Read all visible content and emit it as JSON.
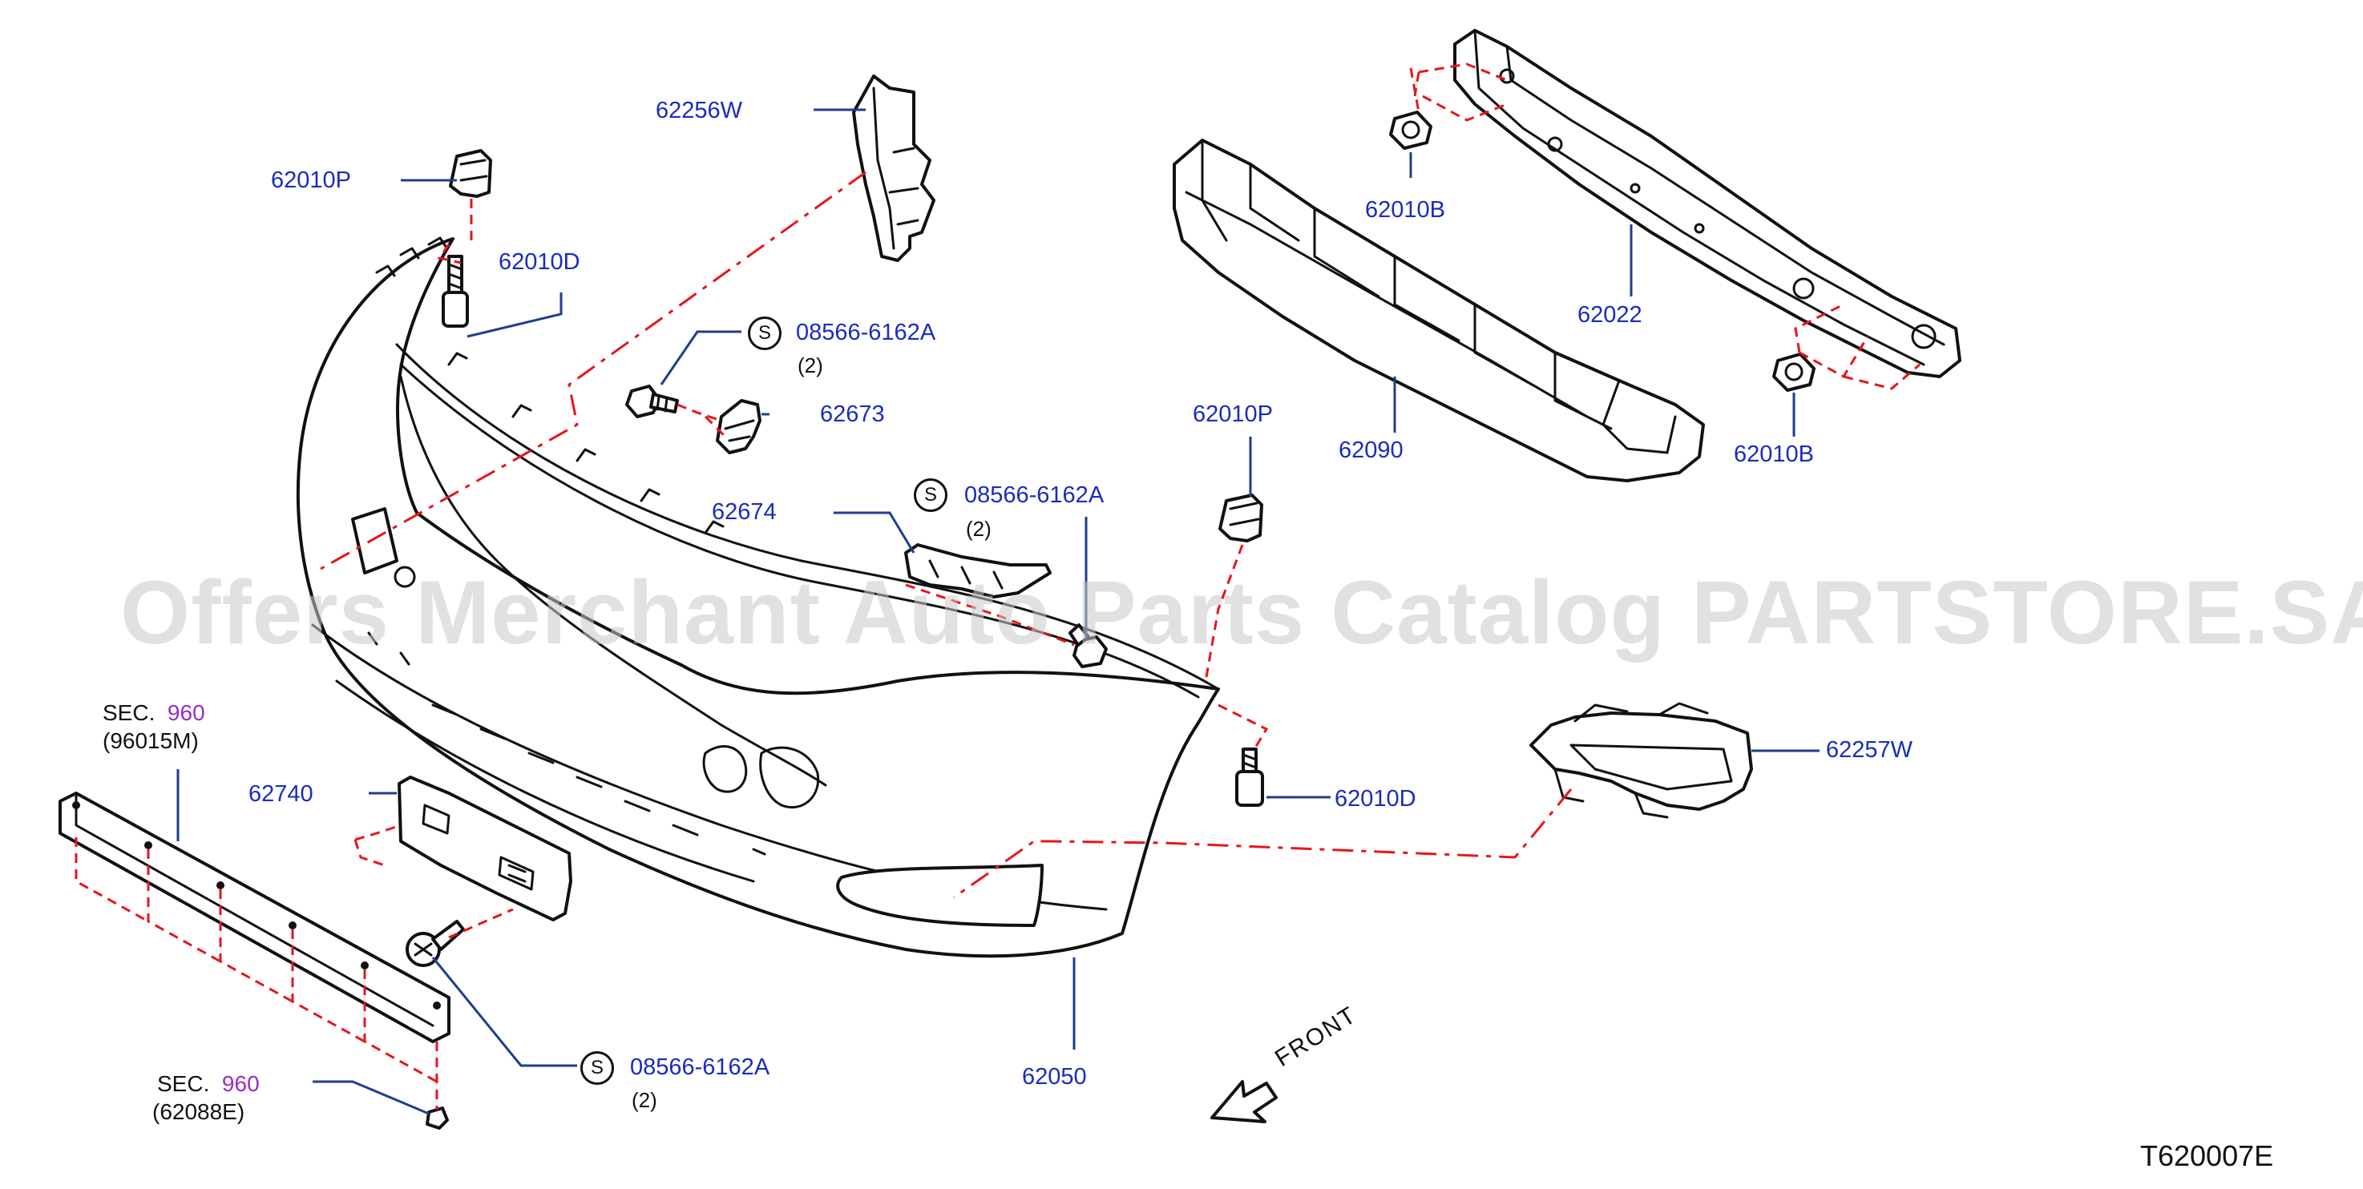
{
  "diagram": {
    "code": "T620007E",
    "watermark": "Offers Merchant Auto Parts Catalog PARTSTORE.SA",
    "front_label": "FRONT",
    "standard_symbol": "S",
    "colors": {
      "callout_text": "#1a2bbf",
      "leader_line": "#1f3d8f",
      "assembly_line": "#e8151b",
      "section_number": "#9a2cc9",
      "line_art": "#111111"
    }
  },
  "callouts": {
    "p_62256W": "62256W",
    "p_62010P_top": "62010P",
    "p_62010D_top": "62010D",
    "p_08566_top": "08566-6162A",
    "p_08566_top_qty": "(2)",
    "p_62673": "62673",
    "p_62674": "62674",
    "p_08566_mid": "08566-6162A",
    "p_08566_mid_qty": "(2)",
    "p_62010P_mid": "62010P",
    "p_62010B_top": "62010B",
    "p_62022": "62022",
    "p_62090": "62090",
    "p_62010B_right": "62010B",
    "p_62257W": "62257W",
    "p_62010D_mid": "62010D",
    "p_62740": "62740",
    "p_08566_low": "08566-6162A",
    "p_08566_low_qty": "(2)",
    "p_62050": "62050"
  },
  "sections": {
    "sec_top": {
      "prefix": "SEC.",
      "number": "960",
      "ref": "(96015M)"
    },
    "sec_bottom": {
      "prefix": "SEC.",
      "number": "960",
      "ref": "(62088E)"
    }
  }
}
